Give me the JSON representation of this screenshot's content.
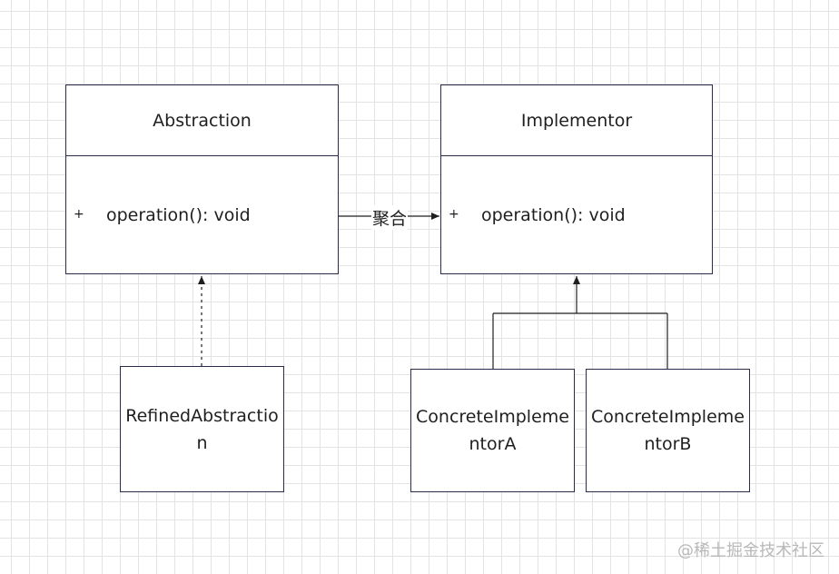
{
  "diagram": {
    "classes": {
      "abstraction": {
        "name": "Abstraction",
        "visibility": "+",
        "method": "operation(): void"
      },
      "implementor": {
        "name": "Implementor",
        "visibility": "+",
        "method": "operation(): void"
      }
    },
    "boxes": {
      "refined": {
        "line1": "RefinedAbstractio",
        "line2": "n"
      },
      "concrete_a": {
        "line1": "ConcreteImpleme",
        "line2": "ntorA"
      },
      "concrete_b": {
        "line1": "ConcreteImpleme",
        "line2": "ntorB"
      }
    },
    "edges": {
      "aggregation_label": "聚合"
    }
  },
  "watermark": "@稀土掘金技术社区",
  "colors": {
    "grid": "#e3e3e3",
    "border": "#2a2a4a",
    "line": "#1f1f1f",
    "watermark": "#b8b8b8"
  }
}
